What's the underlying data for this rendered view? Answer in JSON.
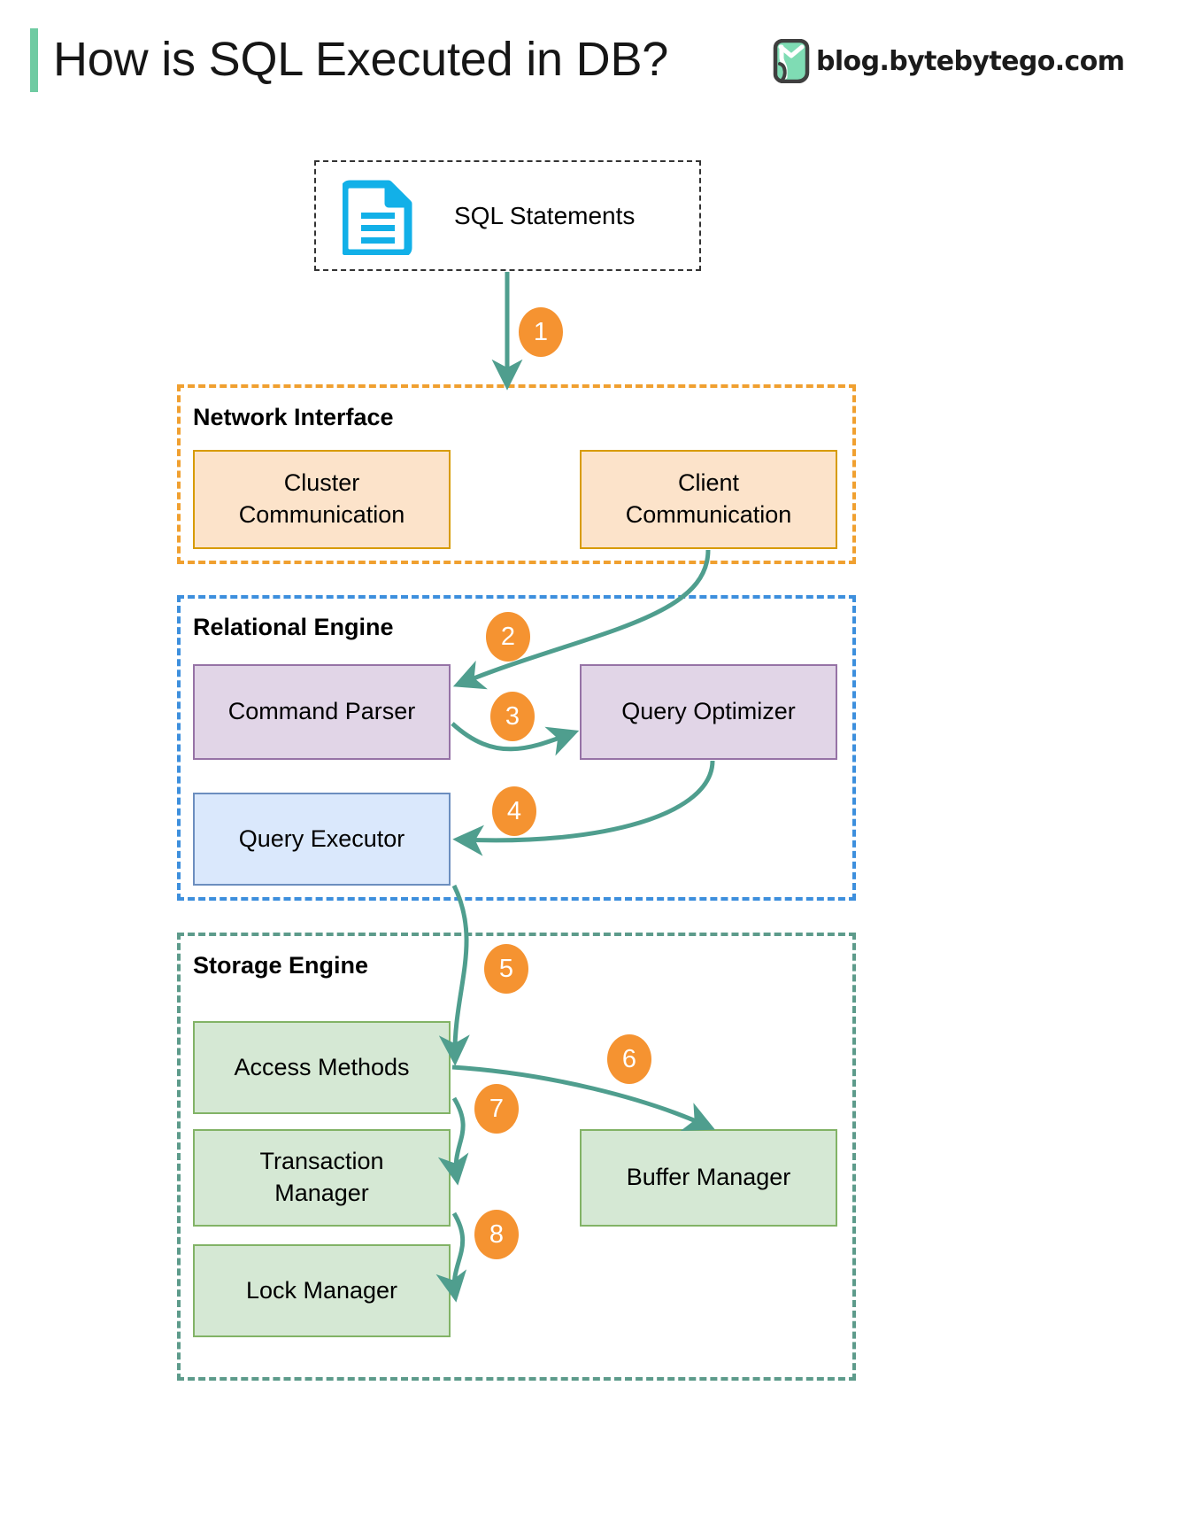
{
  "header": {
    "title": "How is SQL Executed in DB?",
    "brand_text": "blog.bytebytego.com",
    "accent_color": "#6FCBA2",
    "logo_icon": "bytebytego-logo-icon"
  },
  "source": {
    "label": "SQL Statements",
    "icon": "document-lines-icon",
    "icon_color": "#12B0E8",
    "border_style": "dashed",
    "border_color": "#333333"
  },
  "groups": [
    {
      "id": "network-interface",
      "title": "Network Interface",
      "border_color": "#F0A030",
      "nodes": [
        {
          "id": "cluster-communication",
          "label_lines": [
            "Cluster",
            "Communication"
          ],
          "fill": "#FCE3CA",
          "border": "#D79B00"
        },
        {
          "id": "client-communication",
          "label_lines": [
            "Client",
            "Communication"
          ],
          "fill": "#FCE3CA",
          "border": "#D79B00"
        }
      ]
    },
    {
      "id": "relational-engine",
      "title": "Relational Engine",
      "border_color": "#3D8FDD",
      "nodes": [
        {
          "id": "command-parser",
          "label_lines": [
            "Command Parser"
          ],
          "fill": "#E1D5E7",
          "border": "#9673A6"
        },
        {
          "id": "query-optimizer",
          "label_lines": [
            "Query Optimizer"
          ],
          "fill": "#E1D5E7",
          "border": "#9673A6"
        },
        {
          "id": "query-executor",
          "label_lines": [
            "Query Executor"
          ],
          "fill": "#DAE8FC",
          "border": "#6C8EBF"
        }
      ]
    },
    {
      "id": "storage-engine",
      "title": "Storage Engine",
      "border_color": "#5D9B8B",
      "nodes": [
        {
          "id": "access-methods",
          "label_lines": [
            "Access Methods"
          ],
          "fill": "#D5E8D4",
          "border": "#82B366"
        },
        {
          "id": "transaction-manager",
          "label_lines": [
            "Transaction",
            "Manager"
          ],
          "fill": "#D5E8D4",
          "border": "#82B366"
        },
        {
          "id": "lock-manager",
          "label_lines": [
            "Lock Manager"
          ],
          "fill": "#D5E8D4",
          "border": "#82B366"
        },
        {
          "id": "buffer-manager",
          "label_lines": [
            "Buffer Manager"
          ],
          "fill": "#D5E8D4",
          "border": "#82B366"
        }
      ]
    }
  ],
  "steps": [
    {
      "n": "1",
      "from": "sql-statements",
      "to": "network-interface"
    },
    {
      "n": "2",
      "from": "client-communication",
      "to": "command-parser"
    },
    {
      "n": "3",
      "from": "command-parser",
      "to": "query-optimizer"
    },
    {
      "n": "4",
      "from": "query-optimizer",
      "to": "query-executor"
    },
    {
      "n": "5",
      "from": "query-executor",
      "to": "access-methods"
    },
    {
      "n": "6",
      "from": "access-methods",
      "to": "buffer-manager"
    },
    {
      "n": "7",
      "from": "access-methods",
      "to": "transaction-manager"
    },
    {
      "n": "8",
      "from": "transaction-manager",
      "to": "lock-manager"
    }
  ],
  "colors": {
    "arrow": "#4F9E8E",
    "badge": "#F59331",
    "badge_text": "#FFFFFF"
  }
}
